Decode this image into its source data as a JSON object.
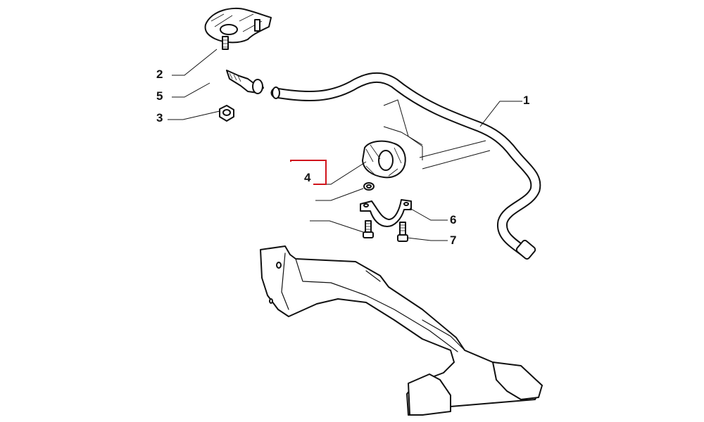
{
  "diagram": {
    "callouts": [
      {
        "id": "1",
        "text": "1"
      },
      {
        "id": "2",
        "text": "2"
      },
      {
        "id": "3",
        "text": "3"
      },
      {
        "id": "4",
        "text": "4"
      },
      {
        "id": "5",
        "text": "5"
      },
      {
        "id": "6",
        "text": "6"
      },
      {
        "id": "7",
        "text": "7"
      }
    ],
    "highlighted_callout": "4",
    "colors": {
      "ink": "#111111",
      "highlight": "#d0141c",
      "background": "#ffffff"
    }
  }
}
